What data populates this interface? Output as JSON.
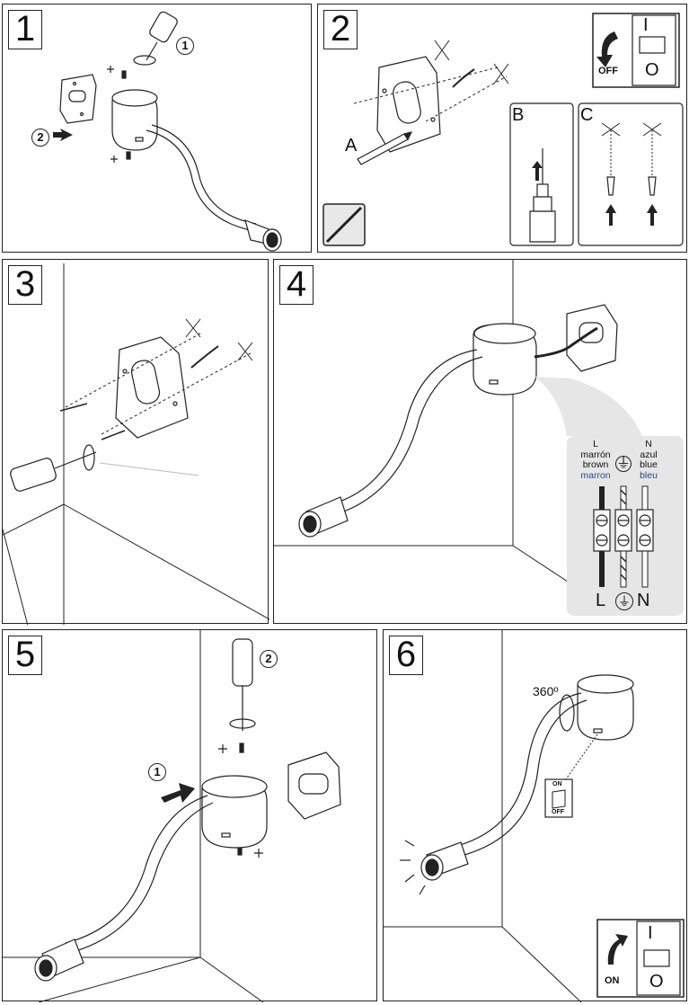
{
  "steps": {
    "s1": {
      "number": "1",
      "callout_1": "1",
      "callout_2": "2"
    },
    "s2": {
      "number": "2",
      "label_a": "A",
      "label_b": "B",
      "label_c": "C",
      "off_label": "OFF",
      "switch_on_mark": "I",
      "switch_off_mark": "O"
    },
    "s3": {
      "number": "3"
    },
    "s4": {
      "number": "4",
      "wiring": {
        "live": {
          "letter": "L",
          "names": [
            "marrón",
            "brown",
            "marron"
          ]
        },
        "neutral": {
          "letter": "N",
          "names": [
            "azul",
            "blue",
            "bleu"
          ]
        },
        "earth_symbol": "⏚",
        "terminal_letters": [
          "L",
          "N"
        ]
      }
    },
    "s5": {
      "number": "5",
      "callout_1": "1",
      "callout_2": "2"
    },
    "s6": {
      "number": "6",
      "rotation": "360º",
      "switch_on": "ON",
      "switch_off": "OFF",
      "on_label": "ON",
      "switch_on_mark": "I",
      "switch_off_mark": "O"
    }
  },
  "colors": {
    "line": "#222222",
    "wiring_panel": "#e6e6e6",
    "brown_text": "#111111",
    "french_text": "#2b4a8a"
  },
  "icons": [
    "screwdriver-icon",
    "screw-icon",
    "wall-plate-icon",
    "drill-icon",
    "wall-plug-icon",
    "mains-switch-icon",
    "arrow-icon",
    "earth-icon"
  ]
}
